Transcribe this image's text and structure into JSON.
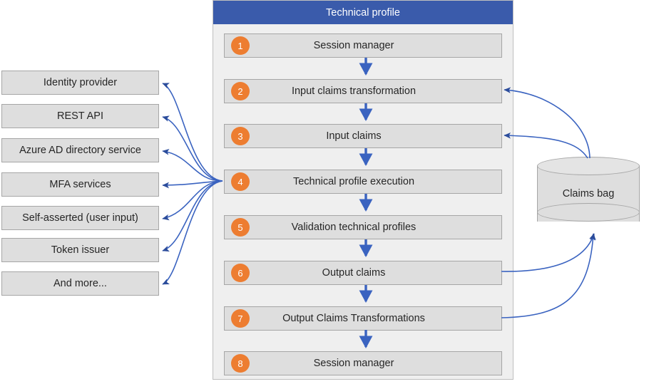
{
  "diagram": {
    "title": "Technical profile",
    "panel": {
      "header": "Technical profile",
      "header_color": "#3A5BAB",
      "background": "#EFEFEF"
    },
    "badge_color": "#ED7D31",
    "box_fill": "#DEDEDE",
    "box_border": "#A6A6A6",
    "arrow_color": "#3A63C0",
    "steps": [
      {
        "num": "1",
        "label": "Session manager"
      },
      {
        "num": "2",
        "label": "Input claims transformation"
      },
      {
        "num": "3",
        "label": "Input claims"
      },
      {
        "num": "4",
        "label": "Technical profile execution"
      },
      {
        "num": "5",
        "label": "Validation technical profiles"
      },
      {
        "num": "6",
        "label": "Output claims"
      },
      {
        "num": "7",
        "label": "Output Claims Transformations"
      },
      {
        "num": "8",
        "label": "Session manager"
      }
    ],
    "sources": [
      {
        "label": "Identity provider"
      },
      {
        "label": "REST API"
      },
      {
        "label": "Azure AD directory service"
      },
      {
        "label": "MFA services"
      },
      {
        "label": "Self-asserted (user input)"
      },
      {
        "label": "Token issuer"
      },
      {
        "label": "And more..."
      }
    ],
    "store": {
      "label": "Claims bag"
    }
  }
}
